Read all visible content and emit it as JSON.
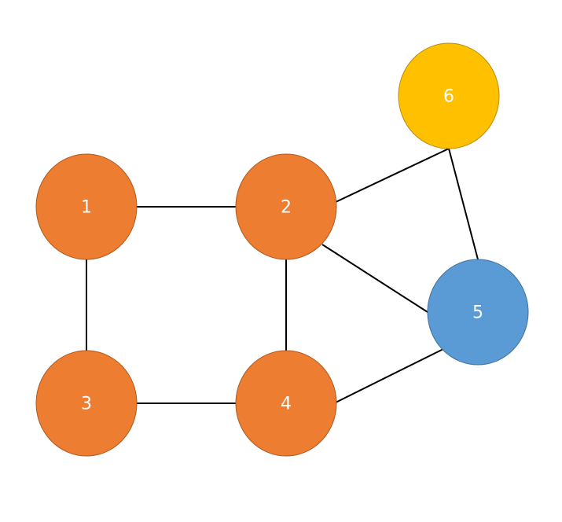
{
  "colors": {
    "orange": "#ED7D31",
    "orange_stroke": "#AE5A21",
    "blue": "#5B9BD5",
    "blue_stroke": "#41719C",
    "yellow": "#FFC000",
    "yellow_stroke": "#BC8C00",
    "edge": "#000000",
    "label": "#FFFFFF"
  },
  "nodes": [
    {
      "id": "1",
      "label": "1",
      "color": "orange"
    },
    {
      "id": "2",
      "label": "2",
      "color": "orange"
    },
    {
      "id": "3",
      "label": "3",
      "color": "orange"
    },
    {
      "id": "4",
      "label": "4",
      "color": "orange"
    },
    {
      "id": "5",
      "label": "5",
      "color": "blue"
    },
    {
      "id": "6",
      "label": "6",
      "color": "yellow"
    }
  ],
  "edges": [
    [
      "1",
      "2"
    ],
    [
      "1",
      "3"
    ],
    [
      "3",
      "4"
    ],
    [
      "2",
      "4"
    ],
    [
      "2",
      "5"
    ],
    [
      "2",
      "6"
    ],
    [
      "6",
      "5"
    ],
    [
      "4",
      "5"
    ]
  ]
}
